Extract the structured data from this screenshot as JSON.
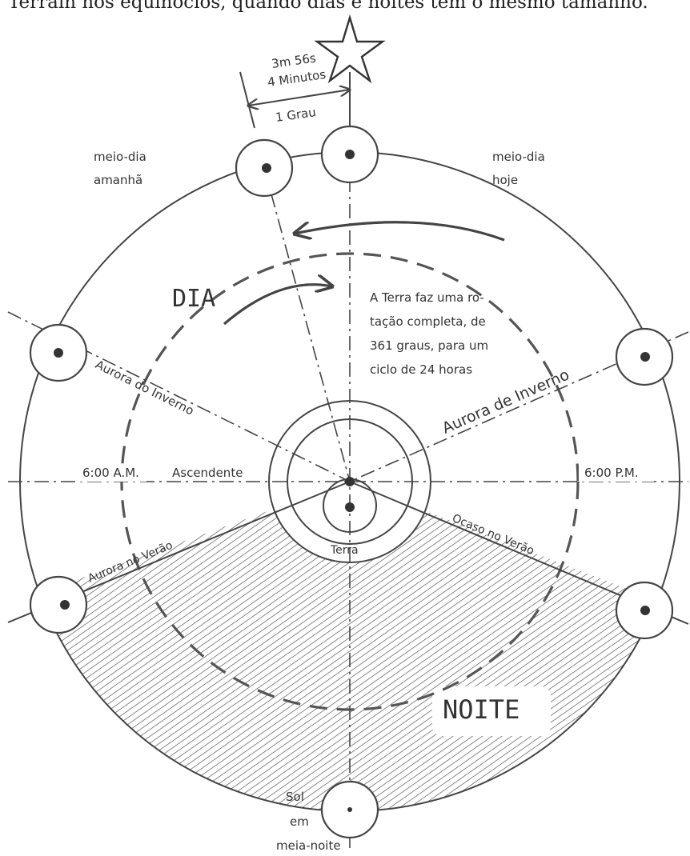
{
  "header_text": "Terrain nos equinócios, quando dias e noites têm o mesmo tamanho.",
  "labels": {
    "time_3m56s": "3m 56s",
    "time_4min": "4 Minutos",
    "one_degree": "1 Grau",
    "noon_tomorrow_1": "meio-dia",
    "noon_tomorrow_2": "amanhã",
    "noon_today_1": "meio-dia",
    "noon_today_2": "hoje",
    "day": "DIA",
    "night": "NOITE",
    "rotation_1": "A Terra faz uma ro-",
    "rotation_2": "tação completa, de",
    "rotation_3": "361 graus, para um",
    "rotation_4": "ciclo de 24 horas",
    "winter_dawn_left": "Aurora do Inverno",
    "winter_dawn_right": "Aurora de Inverno",
    "six_am": "6:00 A.M.",
    "ascendant": "Ascendente",
    "six_pm": "6:00 P.M.",
    "summer_dawn": "Aurora no Verão",
    "summer_sunset": "Ocaso no Verão",
    "earth": "Terra",
    "midnight_sun_1": "Sol",
    "midnight_sun_2": "em",
    "midnight_sun_3": "meia-noite"
  },
  "colors": {
    "ink": "#333333",
    "hatch": "#555555",
    "background": "#ffffff"
  }
}
